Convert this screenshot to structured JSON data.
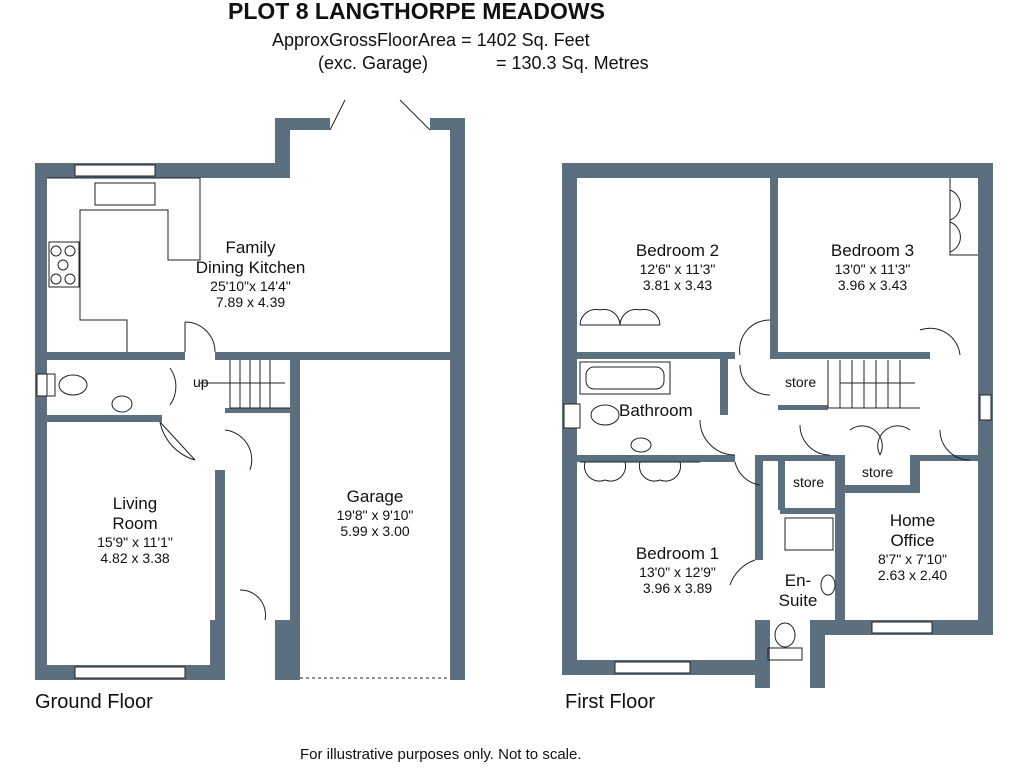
{
  "header": {
    "title": "PLOT 8 LANGTHORPE MEADOWS",
    "area_label": "ApproxGrossFloorArea = 1402 Sq. Feet",
    "area_note": "(exc. Garage)",
    "area_metric": "= 130.3 Sq. Metres"
  },
  "ground_floor": {
    "label": "Ground Floor",
    "stairs_label": "up",
    "rooms": [
      {
        "name_line1": "Family",
        "name_line2": "Dining Kitchen",
        "imperial": "25'10\"x 14'4\"",
        "metric": "7.89 x 4.39"
      },
      {
        "name_line1": "Living",
        "name_line2": "Room",
        "imperial": "15'9\" x 11'1\"",
        "metric": "4.82 x 3.38"
      },
      {
        "name_line1": "Garage",
        "imperial": "19'8\" x 9'10\"",
        "metric": "5.99 x 3.00"
      }
    ]
  },
  "first_floor": {
    "label": "First Floor",
    "rooms": [
      {
        "name": "Bedroom 2",
        "imperial": "12'6\" x 11'3\"",
        "metric": "3.81 x 3.43"
      },
      {
        "name": "Bedroom 3",
        "imperial": "13'0\" x 11'3\"",
        "metric": "3.96 x 3.43"
      },
      {
        "name": "Bathroom"
      },
      {
        "name": "Bedroom 1",
        "imperial": "13'0\" x 12'9\"",
        "metric": "3.96 x 3.89"
      },
      {
        "name_line1": "En-",
        "name_line2": "Suite"
      },
      {
        "name_line1": "Home",
        "name_line2": "Office",
        "imperial": "8'7\" x 7'10\"",
        "metric": "2.63 x 2.40"
      }
    ],
    "stores": [
      "store",
      "store",
      "store"
    ]
  },
  "footer": {
    "note": "For illustrative purposes only. Not to scale."
  },
  "colors": {
    "wall": "#5b6f7f"
  }
}
